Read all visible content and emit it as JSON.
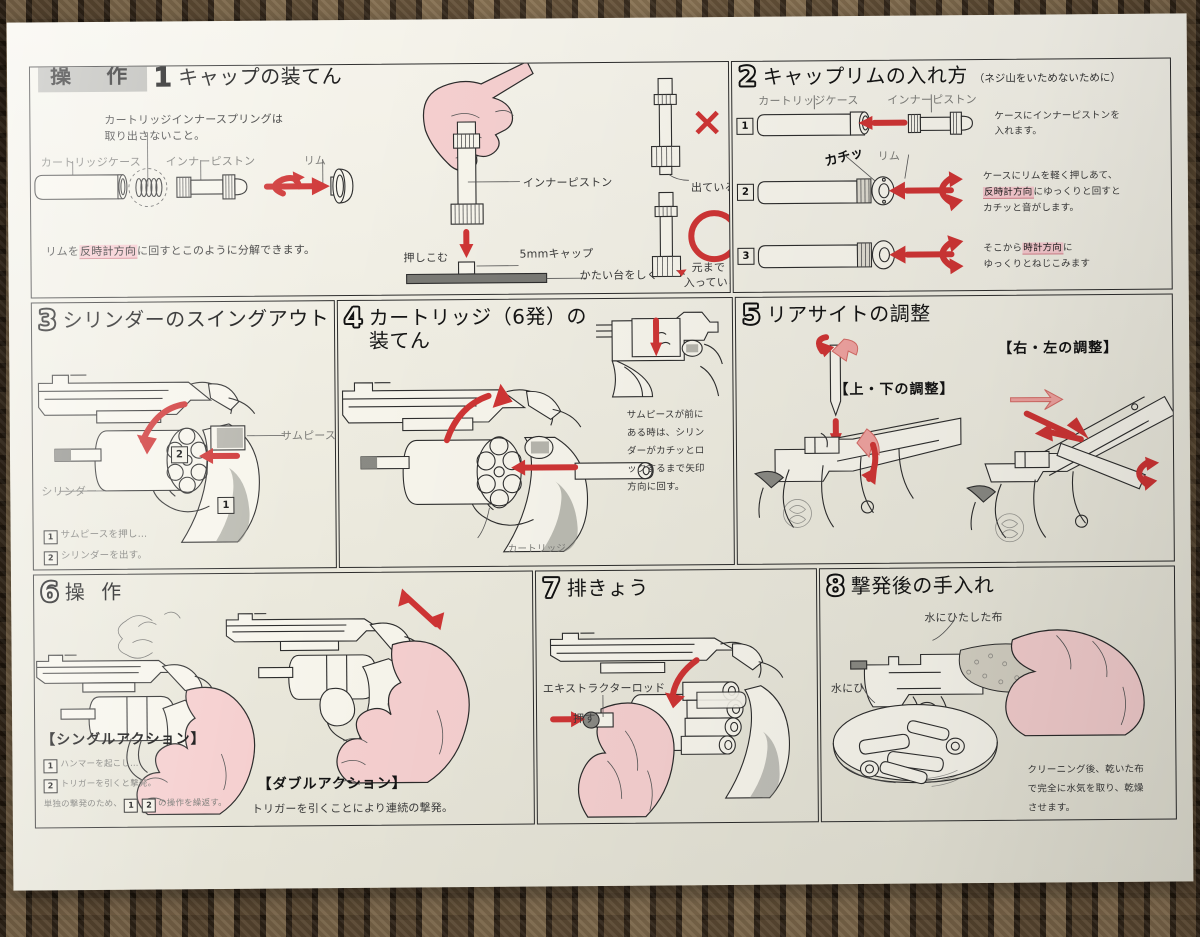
{
  "document": {
    "type": "instruction-sheet",
    "language": "ja",
    "background": "wicker-rattan",
    "paper_color": "#efedE2",
    "accent_red": "#cf3535",
    "highlight_pink": "#f6c9ce",
    "ink": "#2c2c2c"
  },
  "header": {
    "badge_label": "操 作"
  },
  "sections": [
    {
      "number": "1",
      "title": "キャップの装てん",
      "labels": {
        "spring_note_line1": "カートリッジインナースプリングは",
        "spring_note_line2": "取り出さないこと。",
        "cartridge_case": "カートリッジケース",
        "inner_piston": "インナーピストン",
        "rim": "リム",
        "bottom_note_pre": "リムを",
        "bottom_note_hl": "反時計方向",
        "bottom_note_post": "に回すとこのように分解できます。",
        "push_in": "押しこむ",
        "cap_5mm": "5mmキャップ",
        "hard_base": "かたい台をしく",
        "inner_piston_2": "インナーピストン",
        "sticking_out": "出ている",
        "fully_in_line1": "元まで",
        "fully_in_line2": "入っている",
        "mark_bad": "×",
        "mark_good": "○"
      }
    },
    {
      "number": "2",
      "title": "キャップリムの入れ方",
      "title_sub": "（ネジ山をいためないために）",
      "labels": {
        "cartridge_case": "カートリッジケース",
        "inner_piston": "インナーピストン",
        "click_sfx": "カチッ",
        "rim": "リム"
      },
      "steps": [
        {
          "no": "1",
          "text_line1": "ケースにインナーピストンを",
          "text_line2": "入れます。"
        },
        {
          "no": "2",
          "text_pre": "ケースにリムを軽く押しあて、",
          "text_hl": "反時計方向",
          "text_post": "にゆっくりと回すと",
          "text_line3": "カチッと音がします。"
        },
        {
          "no": "3",
          "text_pre": "そこから",
          "text_hl": "時計方向",
          "text_post": "に",
          "text_line2": "ゆっくりとねじこみます"
        }
      ]
    },
    {
      "number": "3",
      "title": "シリンダーのスイングアウト",
      "labels": {
        "thumbpiece": "サムピース",
        "cylinder": "シリンダー",
        "step1_text": "サムピースを押し…",
        "step2_text": "シリンダーを出す。",
        "callout_1": "1",
        "callout_2": "2"
      }
    },
    {
      "number": "4",
      "title_line1": "カートリッジ（6発）の",
      "title_line2": "装てん",
      "labels": {
        "cartridge": "カートリッジ",
        "note_line1": "サムピースが前に",
        "note_line2": "ある時は、シリン",
        "note_line3": "ダーがカチッとロ",
        "note_line4": "ックするまで矢印",
        "note_line5": "方向に回す。"
      }
    },
    {
      "number": "5",
      "title": "リアサイトの調整",
      "labels": {
        "updown": "【上・下の調整】",
        "leftright": "【右・左の調整】"
      }
    },
    {
      "number": "6",
      "title": "操 作",
      "labels": {
        "single_action": "【シングルアクション】",
        "sa_step1": "ハンマーを起こし…",
        "sa_step2": "トリガーを引くと撃発。",
        "sa_note_pre": "単独の撃発のため、",
        "sa_note_box1": "1",
        "sa_note_box2": "2",
        "sa_note_post": "の操作を繰返す。",
        "double_action": "【ダブルアクション】",
        "da_note": "トリガーを引くことにより連続の撃発。"
      }
    },
    {
      "number": "7",
      "title": "排きょう",
      "labels": {
        "extractor_rod": "エキストラクターロッド",
        "push": "押す"
      }
    },
    {
      "number": "8",
      "title": "撃発後の手入れ",
      "labels": {
        "wet_cloth": "水にひたした布",
        "soak_in_water": "水にひたす",
        "note_line1": "クリーニング後、乾いた布",
        "note_line2": "で完全に水気を取り、乾燥",
        "note_line3": "させます。"
      }
    }
  ]
}
